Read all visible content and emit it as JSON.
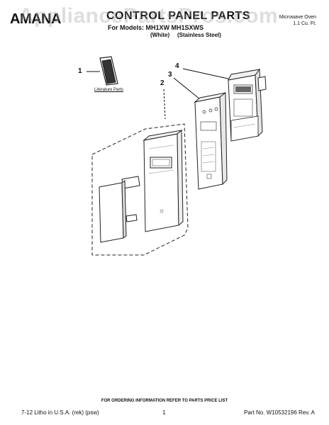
{
  "header": {
    "brand": "AMANA",
    "title": "CONTROL PANEL PARTS",
    "models": "For Models: MH1XW  MH1SXWS",
    "finish_white": "(White)",
    "finish_stainless": "(Stainless Steel)",
    "product_line1": "Microwave Oven",
    "product_line2": "1.1 Cu. Ft."
  },
  "watermark": "AppliancePartsPros.com",
  "diagram": {
    "callouts": [
      "1",
      "2",
      "3",
      "4"
    ],
    "literature_label": "Literature Parts"
  },
  "footer": {
    "ordering_note": "FOR ORDERING INFORMATION REFER TO PARTS PRICE LIST",
    "litho": "7-12 Litho in U.S.A. (rek) (psw)",
    "page": "1",
    "part_no": "Part No. W10532196 Rev. A"
  }
}
